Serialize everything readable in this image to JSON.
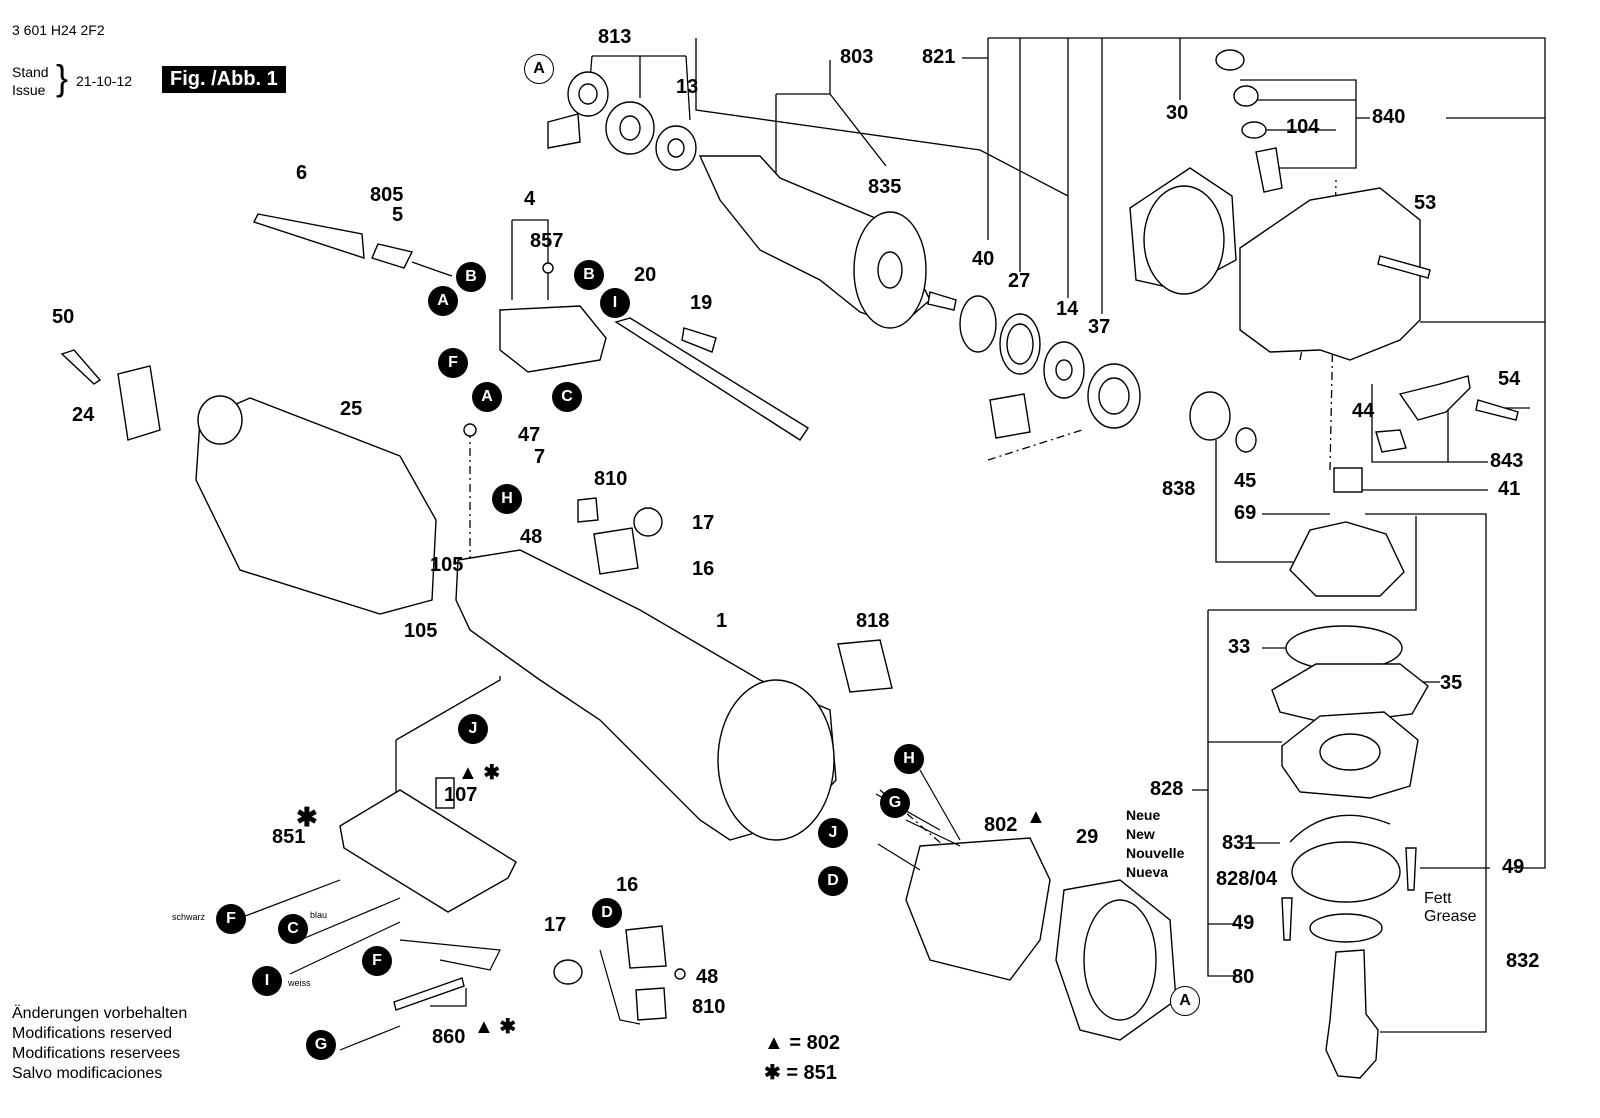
{
  "header": {
    "part_number": "3 601 H24 2F2",
    "stand_label": "Stand",
    "issue_label": "Issue",
    "date": "21-10-12",
    "figure_label": "Fig. /Abb. 1"
  },
  "part_labels": {
    "p813": "813",
    "p803": "803",
    "p821": "821",
    "p13": "13",
    "p835": "835",
    "p30": "30",
    "p104": "104",
    "p840": "840",
    "p53": "53",
    "p6": "6",
    "p805": "805",
    "p5": "5",
    "p4": "4",
    "p857": "857",
    "p20": "20",
    "p19": "19",
    "p40": "40",
    "p27": "27",
    "p14": "14",
    "p37": "37",
    "p50": "50",
    "p24": "24",
    "p25": "25",
    "p54": "54",
    "p44": "44",
    "p843": "843",
    "p47": "47",
    "p7": "7",
    "p838": "838",
    "p45": "45",
    "p41": "41",
    "p69": "69",
    "p810a": "810",
    "p17a": "17",
    "p48a": "48",
    "p16a": "16",
    "p105a": "105",
    "p105b": "105",
    "p1": "1",
    "p818": "818",
    "p33": "33",
    "p35": "35",
    "p107": "107",
    "p851": "851",
    "p802": "802",
    "p29": "29",
    "p828": "828",
    "p831": "831",
    "p828_04": "828/04",
    "p49a": "49",
    "p49b": "49",
    "p80": "80",
    "p832": "832",
    "p16b": "16",
    "p17b": "17",
    "p48b": "48",
    "p810b": "810",
    "p860": "860"
  },
  "callouts": {
    "A1": "A",
    "A2": "A",
    "A3": "A",
    "A4": "A",
    "B1": "B",
    "B2": "B",
    "C1": "C",
    "C2": "C",
    "D1": "D",
    "D2": "D",
    "F1": "F",
    "F2": "F",
    "F3": "F",
    "G1": "G",
    "G2": "G",
    "H1": "H",
    "H2": "H",
    "I1": "I",
    "I2": "I",
    "J1": "J",
    "J2": "J"
  },
  "wire_notes": {
    "schwarz": "schwarz",
    "blau": "blau",
    "weiss": "weiss"
  },
  "new_note": {
    "line1": "Neue",
    "line2": "New",
    "line3": "Nouvelle",
    "line4": "Nueva"
  },
  "grease_note": {
    "line1": "Fett",
    "line2": "Grease"
  },
  "symbol_marks": {
    "triangle_star": "▲ ✱",
    "triangle": "▲",
    "star": "✱"
  },
  "legend": {
    "triangle_line": "▲ = 802",
    "star_line": "✱ = 851"
  },
  "footer": {
    "line1": "Änderungen vorbehalten",
    "line2": "Modifications reserved",
    "line3": "Modifications reservees",
    "line4": "Salvo modificaciones"
  }
}
